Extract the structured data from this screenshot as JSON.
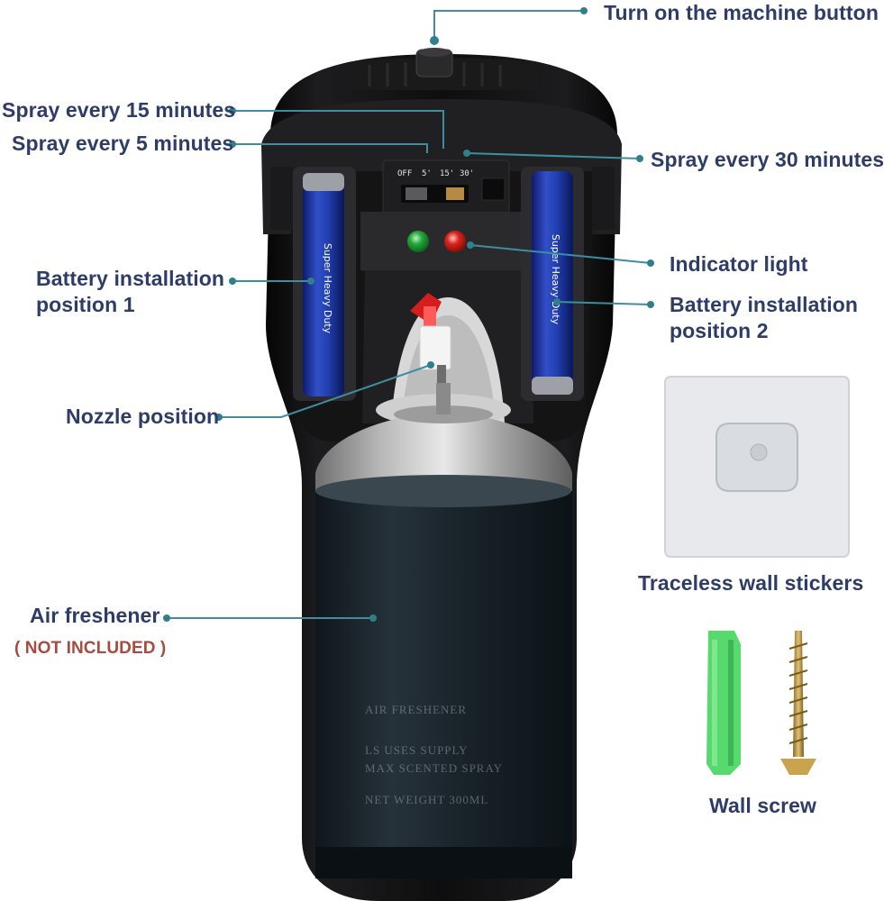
{
  "labels": {
    "power_button": "Turn on the machine button",
    "spray_15": "Spray every 15 minutes",
    "spray_5": "Spray every 5 minutes",
    "spray_30": "Spray every 30 minutes",
    "battery_1_line1": "Battery installation",
    "battery_1_line2": "position 1",
    "indicator": "Indicator light",
    "battery_2_line1": "Battery installation",
    "battery_2_line2": "position 2",
    "nozzle": "Nozzle position",
    "freshener": "Air freshener",
    "not_included": "( NOT INCLUDED )",
    "stickers": "Traceless wall stickers",
    "screw": "Wall screw"
  },
  "switch_marks": [
    "OFF",
    "5'",
    "15'",
    "30'"
  ],
  "can_text": [
    "AIR FRESHENER",
    "LS USES SUPPLY",
    "MAX SCENTED SPRAY",
    "NET WEIGHT 300ML"
  ],
  "colors": {
    "label_text": "#2e3c68",
    "not_included_text": "#a54b3f",
    "leader_line": "#3d8e9e",
    "leader_dot": "#2f7f8c",
    "led_green": "#25a83b",
    "led_red": "#d8231c",
    "anchor_green": "#58d96e"
  }
}
